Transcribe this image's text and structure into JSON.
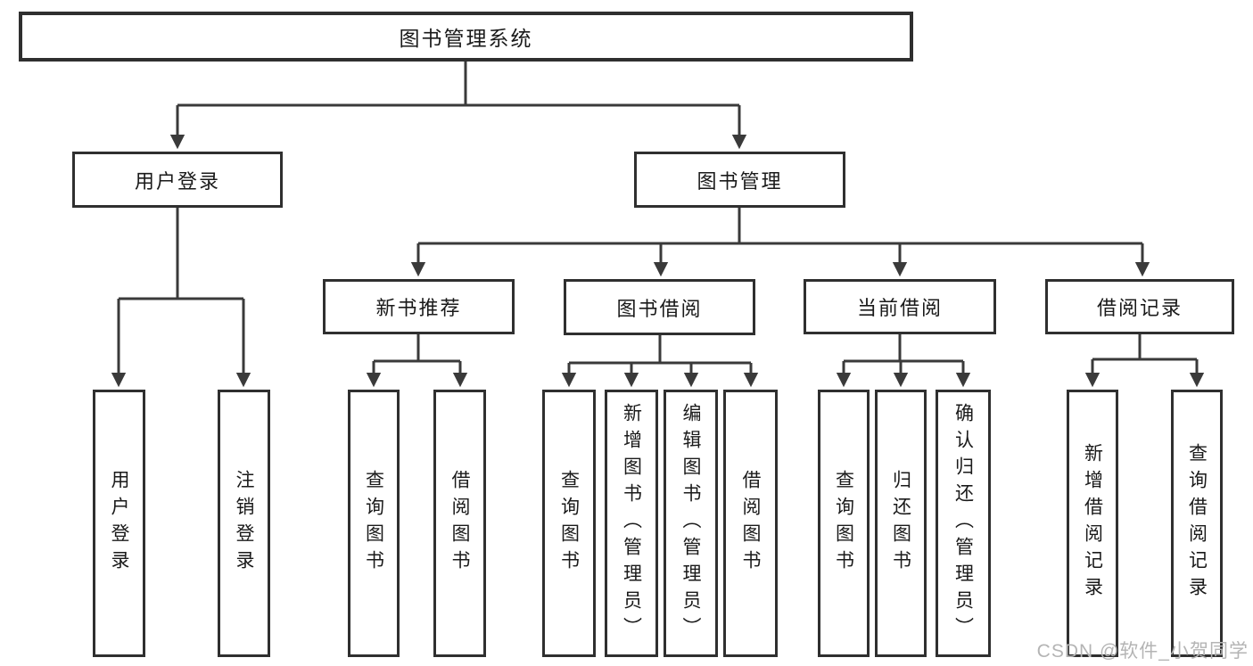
{
  "diagram": {
    "tree": {
      "root": {
        "label": "图书管理系统"
      },
      "children": [
        {
          "label": "用户登录",
          "children": [
            {
              "label": "用户登录"
            },
            {
              "label": "注销登录"
            }
          ]
        },
        {
          "label": "图书管理",
          "children": [
            {
              "label": "新书推荐",
              "children": [
                {
                  "label": "查询图书"
                },
                {
                  "label": "借阅图书"
                }
              ]
            },
            {
              "label": "图书借阅",
              "children": [
                {
                  "label": "查询图书"
                },
                {
                  "label": "新增图书（管理员）"
                },
                {
                  "label": "编辑图书（管理员）"
                },
                {
                  "label": "借阅图书"
                }
              ]
            },
            {
              "label": "当前借阅",
              "children": [
                {
                  "label": "查询图书"
                },
                {
                  "label": "归还图书"
                },
                {
                  "label": "确认归还（管理员）"
                }
              ]
            },
            {
              "label": "借阅记录",
              "children": [
                {
                  "label": "新增借阅记录"
                },
                {
                  "label": "查询借阅记录"
                }
              ]
            }
          ]
        }
      ]
    }
  },
  "watermark": {
    "text": "CSDN @软件_小贺同学"
  },
  "colors": {
    "line": "#3a3a3a",
    "box_border": "#2f2f2f",
    "box_fill": "#ffffff",
    "text": "#1a1a1a",
    "watermark": "#b4b4b4",
    "background": "#ffffff"
  }
}
